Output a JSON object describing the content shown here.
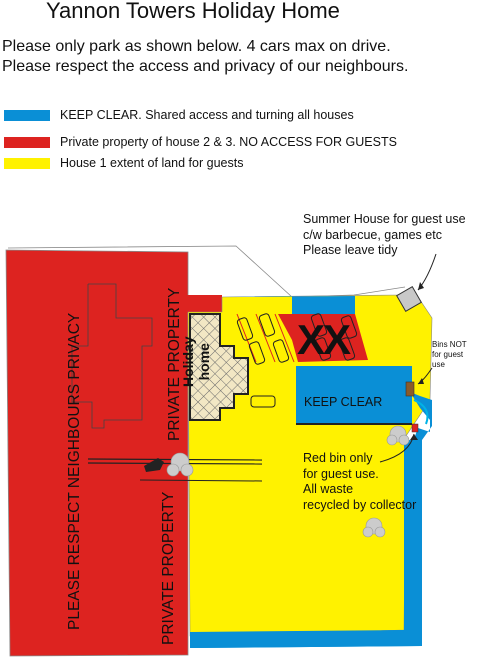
{
  "header": {
    "title": "Yannon Towers Holiday Home",
    "line1": "Please only park as shown below. 4 cars max on drive.",
    "line2": "Please respect the access and privacy of our neighbours."
  },
  "colors": {
    "blue": "#0a8fd6",
    "red": "#dd2320",
    "yellow": "#fff200",
    "grey": "#cccccc"
  },
  "legend": [
    {
      "color": "blue",
      "label": "KEEP CLEAR. Shared access and turning all houses"
    },
    {
      "color": "red",
      "label": "Private property of house 2 & 3. NO ACCESS FOR GUESTS"
    },
    {
      "color": "yellow",
      "label": "House 1 extent of land for guests"
    }
  ],
  "map_labels": {
    "summer_house": "Summer House for guest use\nc/w barbecue, games etc\nPlease leave tidy",
    "bins_not": "Bins NOT\nfor guest\nuse",
    "red_bin": "Red bin only\nfor guest use.\nAll waste\nrecycled by collector",
    "keep_clear": "KEEP CLEAR",
    "xx": "XX",
    "holiday_home": "Holiday\nhome",
    "neighbours_privacy": "PLEASE RESPECT NEIGHBOURS PRIVACY",
    "private_property": "PRIVATE PROPERTY"
  }
}
